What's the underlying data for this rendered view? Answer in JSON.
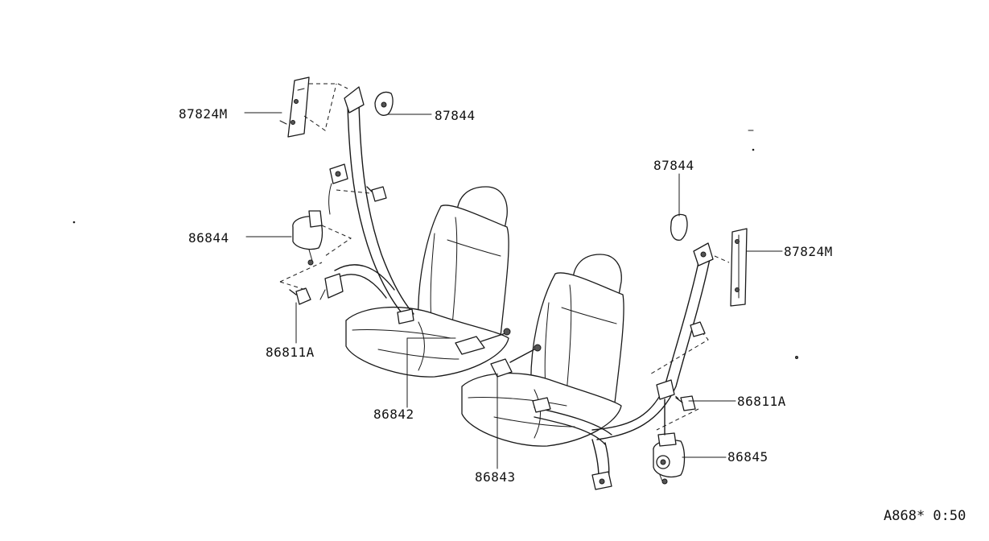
{
  "labels": {
    "left_bracket": "87824M",
    "left_anchor_cover": "87844",
    "left_retractor": "86844",
    "left_bolt": "86811A",
    "center_buckle_left": "86842",
    "center_buckle_right": "86843",
    "right_anchor_cover": "87844",
    "right_bracket": "87824M",
    "right_bolt": "86811A",
    "right_retractor": "86845"
  },
  "figure_code": "A868* 0:50"
}
